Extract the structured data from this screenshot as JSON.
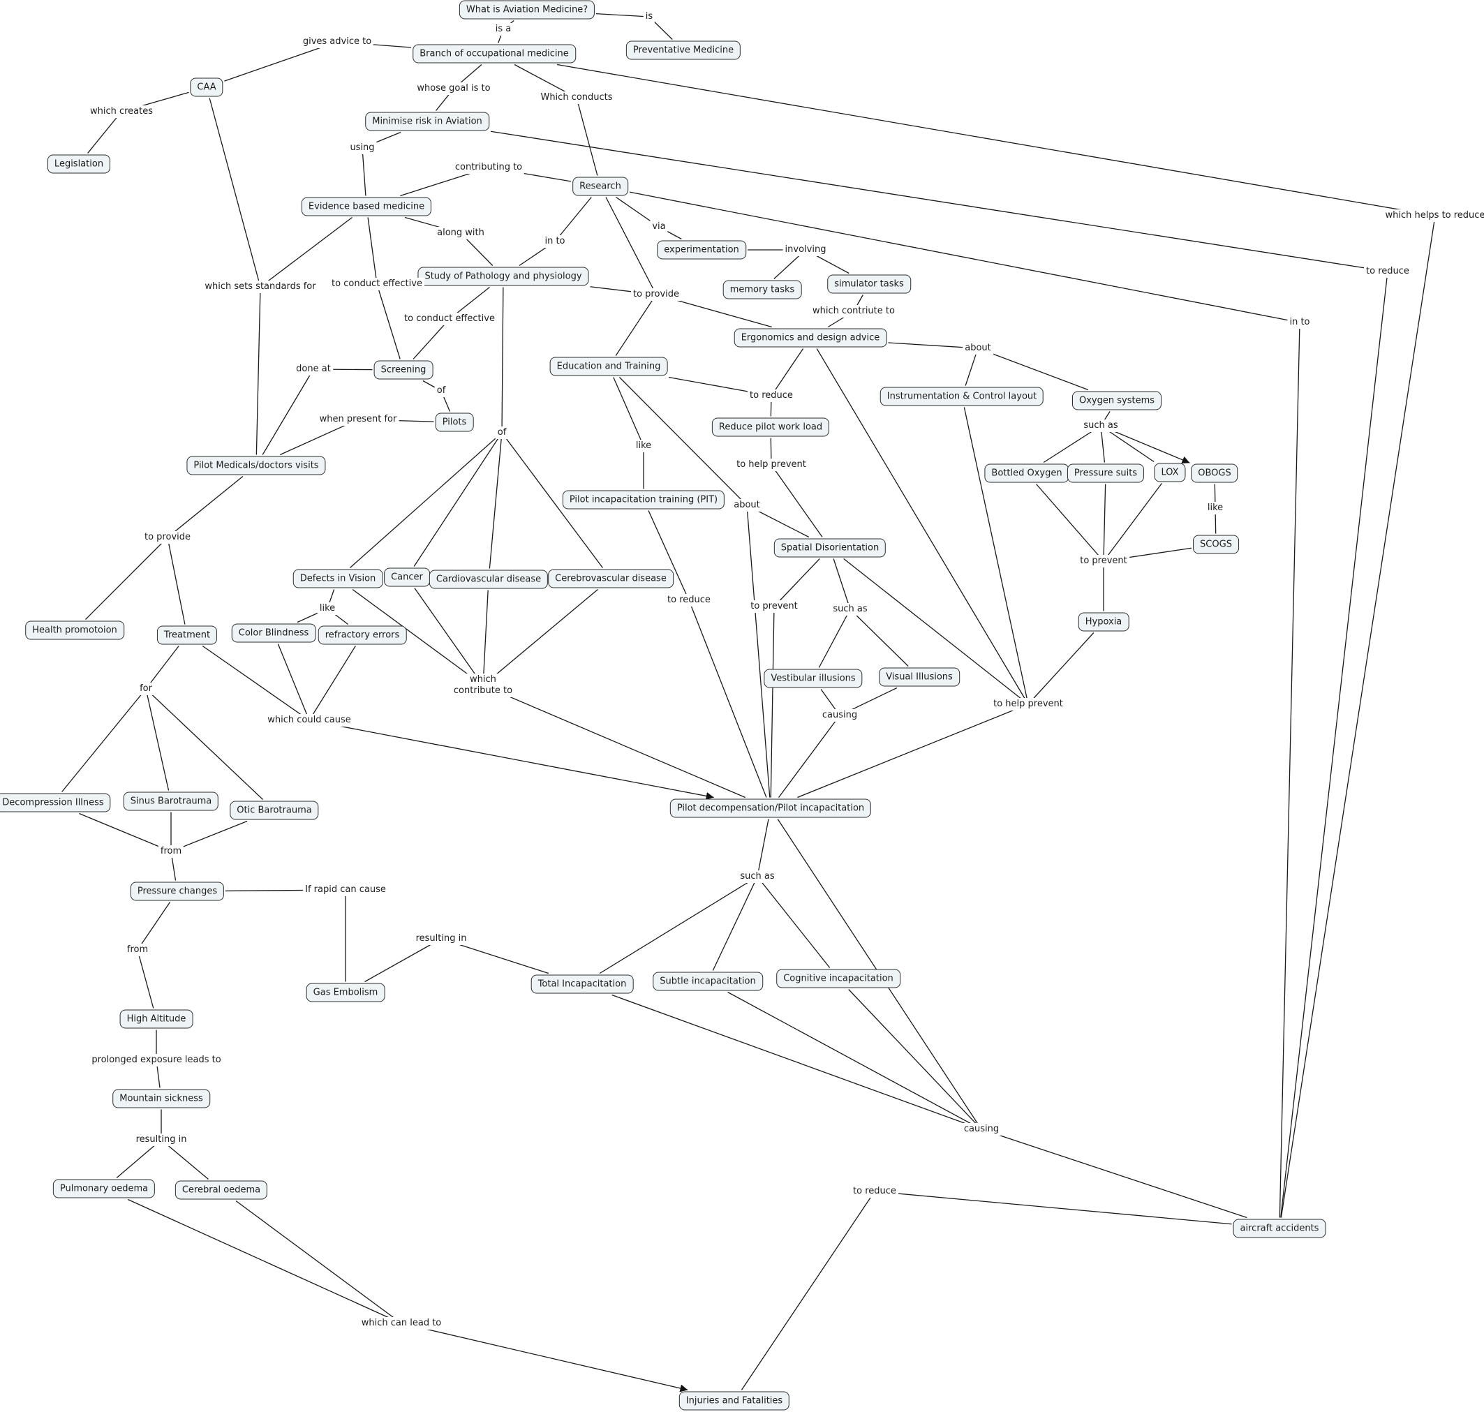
{
  "map_title": "What is Aviation Medicine?",
  "nodes": [
    {
      "id": "what",
      "text": "What is Aviation Medicine?"
    },
    {
      "id": "prev",
      "text": "Preventative Medicine"
    },
    {
      "id": "branch",
      "text": "Branch of occupational medicine"
    },
    {
      "id": "caa",
      "text": "CAA"
    },
    {
      "id": "legis",
      "text": "Legislation"
    },
    {
      "id": "minrisk",
      "text": "Minimise risk in Aviation"
    },
    {
      "id": "ebm",
      "text": "Evidence based medicine"
    },
    {
      "id": "research",
      "text": "Research"
    },
    {
      "id": "exper",
      "text": "experimentation"
    },
    {
      "id": "memory",
      "text": "memory tasks"
    },
    {
      "id": "sim",
      "text": "simulator tasks"
    },
    {
      "id": "study",
      "text": "Study of Pathology and physiology"
    },
    {
      "id": "ergo",
      "text": "Ergonomics and design advice"
    },
    {
      "id": "edu",
      "text": "Education and Training"
    },
    {
      "id": "screen",
      "text": "Screening"
    },
    {
      "id": "pilots",
      "text": "Pilots"
    },
    {
      "id": "instr",
      "text": "Instrumentation & Control layout"
    },
    {
      "id": "oxy",
      "text": "Oxygen systems"
    },
    {
      "id": "workload",
      "text": "Reduce pilot work load"
    },
    {
      "id": "medicals",
      "text": "Pilot Medicals/doctors visits"
    },
    {
      "id": "bottled",
      "text": "Bottled Oxygen"
    },
    {
      "id": "psuits",
      "text": "Pressure suits"
    },
    {
      "id": "lox",
      "text": "LOX"
    },
    {
      "id": "obogs",
      "text": "OBOGS"
    },
    {
      "id": "pit",
      "text": "Pilot incapacitation training (PIT)"
    },
    {
      "id": "scogs",
      "text": "SCOGS"
    },
    {
      "id": "spatial",
      "text": "Spatial Disorientation"
    },
    {
      "id": "vision",
      "text": "Defects in Vision"
    },
    {
      "id": "cancer",
      "text": "Cancer"
    },
    {
      "id": "cardio",
      "text": "Cardiovascular disease"
    },
    {
      "id": "cerebro",
      "text": "Cerebrovascular disease"
    },
    {
      "id": "hypoxia",
      "text": "Hypoxia"
    },
    {
      "id": "health",
      "text": "Health promotoion"
    },
    {
      "id": "treat",
      "text": "Treatment"
    },
    {
      "id": "color",
      "text": "Color Blindness"
    },
    {
      "id": "refr",
      "text": "refractory errors"
    },
    {
      "id": "vest",
      "text": "Vestibular illusions"
    },
    {
      "id": "visual",
      "text": "Visual Illusions"
    },
    {
      "id": "decomp",
      "text": "Decompression Illness"
    },
    {
      "id": "sinus",
      "text": "Sinus Barotrauma"
    },
    {
      "id": "otic",
      "text": "Otic Barotrauma"
    },
    {
      "id": "pilotdec",
      "text": "Pilot decompensation/Pilot incapacitation"
    },
    {
      "id": "pressure",
      "text": "Pressure changes"
    },
    {
      "id": "gas",
      "text": "Gas Embolism"
    },
    {
      "id": "total",
      "text": "Total Incapacitation"
    },
    {
      "id": "subtle",
      "text": "Subtle incapacitation"
    },
    {
      "id": "cognitive",
      "text": "Cognitive incapacitation"
    },
    {
      "id": "altitude",
      "text": "High Altitude"
    },
    {
      "id": "mountain",
      "text": "Mountain sickness"
    },
    {
      "id": "pulm",
      "text": "Pulmonary oedema"
    },
    {
      "id": "cerebral",
      "text": "Cerebral oedema"
    },
    {
      "id": "accidents",
      "text": "aircraft accidents"
    },
    {
      "id": "injuries",
      "text": "Injuries and Fatalities"
    }
  ],
  "linking_phrases": [
    {
      "id": "l_is",
      "text": "is",
      "from": [
        "what"
      ],
      "to": [
        "prev"
      ]
    },
    {
      "id": "l_isa",
      "text": "is a",
      "from": [
        "what"
      ],
      "to": [
        "branch"
      ]
    },
    {
      "id": "l_gives",
      "text": "gives advice to",
      "from": [
        "branch"
      ],
      "to": [
        "caa"
      ]
    },
    {
      "id": "l_creates",
      "text": "which creates",
      "from": [
        "caa"
      ],
      "to": [
        "legis"
      ]
    },
    {
      "id": "l_goal",
      "text": "whose goal is to",
      "from": [
        "branch"
      ],
      "to": [
        "minrisk"
      ]
    },
    {
      "id": "l_conducts",
      "text": "Which conducts",
      "from": [
        "branch"
      ],
      "to": [
        "research"
      ]
    },
    {
      "id": "l_using",
      "text": "using",
      "from": [
        "minrisk"
      ],
      "to": [
        "ebm"
      ]
    },
    {
      "id": "l_contrib",
      "text": "contributing to",
      "from": [
        "research"
      ],
      "to": [
        "ebm"
      ]
    },
    {
      "id": "l_along",
      "text": "along with",
      "from": [
        "ebm"
      ],
      "to": [
        "study"
      ]
    },
    {
      "id": "l_into1",
      "text": "in to",
      "from": [
        "research"
      ],
      "to": [
        "study"
      ]
    },
    {
      "id": "l_via",
      "text": "via",
      "from": [
        "research"
      ],
      "to": [
        "exper"
      ]
    },
    {
      "id": "l_involving",
      "text": "involving",
      "from": [
        "exper"
      ],
      "to": [
        "memory",
        "sim"
      ]
    },
    {
      "id": "l_standards",
      "text": "which sets standards for",
      "from": [
        "caa",
        "ebm"
      ],
      "to": [
        "medicals"
      ]
    },
    {
      "id": "l_conduct1",
      "text": "to conduct effective",
      "from": [
        "ebm"
      ],
      "to": [
        "screen"
      ]
    },
    {
      "id": "l_provide1",
      "text": "to provide",
      "from": [
        "research",
        "study"
      ],
      "to": [
        "edu",
        "ergo"
      ]
    },
    {
      "id": "l_conduct2",
      "text": "to conduct effective",
      "from": [
        "study"
      ],
      "to": [
        "screen"
      ]
    },
    {
      "id": "l_contriute",
      "text": "which contriute to",
      "from": [
        "sim"
      ],
      "to": [
        "ergo"
      ]
    },
    {
      "id": "l_doneat",
      "text": "done at",
      "from": [
        "screen"
      ],
      "to": [
        "medicals"
      ]
    },
    {
      "id": "l_of1",
      "text": "of",
      "from": [
        "screen"
      ],
      "to": [
        "pilots"
      ]
    },
    {
      "id": "l_about1",
      "text": "about",
      "from": [
        "ergo"
      ],
      "to": [
        "instr",
        "oxy"
      ]
    },
    {
      "id": "l_reduce1",
      "text": "to reduce",
      "from": [
        "edu",
        "ergo"
      ],
      "to": [
        "workload"
      ]
    },
    {
      "id": "l_present",
      "text": "when present for",
      "from": [
        "pilots"
      ],
      "to": [
        "medicals"
      ]
    },
    {
      "id": "l_of2",
      "text": "of",
      "from": [
        "study"
      ],
      "to": [
        "vision",
        "cancer",
        "cardio",
        "cerebro"
      ]
    },
    {
      "id": "l_like1",
      "text": "like",
      "from": [
        "edu"
      ],
      "to": [
        "pit"
      ]
    },
    {
      "id": "l_suchas1",
      "text": "such as",
      "from": [
        "oxy"
      ],
      "to": [
        "bottled",
        "psuits",
        "lox",
        "obogs"
      ]
    },
    {
      "id": "l_helpprev1",
      "text": "to help prevent",
      "from": [
        "workload"
      ],
      "to": [
        "spatial"
      ]
    },
    {
      "id": "l_about2",
      "text": "about",
      "from": [
        "edu"
      ],
      "to": [
        "spatial",
        "pilotdec"
      ]
    },
    {
      "id": "l_like2",
      "text": "like",
      "from": [
        "obogs"
      ],
      "to": [
        "scogs"
      ]
    },
    {
      "id": "l_provide2",
      "text": "to provide",
      "from": [
        "medicals"
      ],
      "to": [
        "health",
        "treat"
      ]
    },
    {
      "id": "l_prevent1",
      "text": "to prevent",
      "from": [
        "bottled",
        "psuits",
        "lox",
        "scogs"
      ],
      "to": [
        "hypoxia"
      ]
    },
    {
      "id": "l_reduce2",
      "text": "to reduce",
      "from": [
        "pit"
      ],
      "to": [
        "pilotdec"
      ]
    },
    {
      "id": "l_prevent2",
      "text": "to prevent",
      "from": [
        "spatial"
      ],
      "to": [
        "pilotdec"
      ]
    },
    {
      "id": "l_suchas2",
      "text": "such as",
      "from": [
        "spatial"
      ],
      "to": [
        "vest",
        "visual"
      ]
    },
    {
      "id": "l_like3",
      "text": "like",
      "from": [
        "vision"
      ],
      "to": [
        "color",
        "refr"
      ]
    },
    {
      "id": "l_contribute",
      "text": "which\ncontribute to",
      "from": [
        "vision",
        "cancer",
        "cardio",
        "cerebro"
      ],
      "to": [
        "pilotdec"
      ]
    },
    {
      "id": "l_for",
      "text": "for",
      "from": [
        "treat"
      ],
      "to": [
        "decomp",
        "sinus",
        "otic"
      ]
    },
    {
      "id": "l_causing1",
      "text": "causing",
      "from": [
        "vest",
        "visual"
      ],
      "to": [
        "pilotdec"
      ]
    },
    {
      "id": "l_helpprev2",
      "text": "to help prevent",
      "from": [
        "ergo",
        "instr",
        "spatial",
        "hypoxia"
      ],
      "to": [
        "pilotdec"
      ]
    },
    {
      "id": "l_couldcause",
      "text": "which could cause",
      "from": [
        "treat",
        "color",
        "refr"
      ],
      "to": [
        "pilotdec"
      ]
    },
    {
      "id": "l_from1",
      "text": "from",
      "from": [
        "decomp",
        "sinus",
        "otic"
      ],
      "to": [
        "pressure"
      ]
    },
    {
      "id": "l_suchas3",
      "text": "such as",
      "from": [
        "pilotdec"
      ],
      "to": [
        "total",
        "subtle",
        "cognitive"
      ]
    },
    {
      "id": "l_rapid",
      "text": "If rapid can cause",
      "from": [
        "pressure"
      ],
      "to": [
        "gas"
      ]
    },
    {
      "id": "l_resulting1",
      "text": "resulting in",
      "from": [
        "gas"
      ],
      "to": [
        "total"
      ]
    },
    {
      "id": "l_from2",
      "text": "from",
      "from": [
        "pressure"
      ],
      "to": [
        "altitude"
      ]
    },
    {
      "id": "l_causing2",
      "text": "causing",
      "from": [
        "total",
        "subtle",
        "cognitive",
        "pilotdec"
      ],
      "to": [
        "accidents"
      ]
    },
    {
      "id": "l_prolonged",
      "text": "prolonged exposure leads to",
      "from": [
        "altitude"
      ],
      "to": [
        "mountain"
      ]
    },
    {
      "id": "l_resulting2",
      "text": "resulting in",
      "from": [
        "mountain"
      ],
      "to": [
        "pulm",
        "cerebral"
      ]
    },
    {
      "id": "l_reduce3",
      "text": "to reduce",
      "from": [
        "injuries"
      ],
      "to": [
        "accidents"
      ]
    },
    {
      "id": "l_canlead",
      "text": "which can lead to",
      "from": [
        "pulm",
        "cerebral"
      ],
      "to": [
        "injuries"
      ]
    },
    {
      "id": "l_helps",
      "text": "which helps to reduce",
      "from": [
        "branch"
      ],
      "to": [
        "accidents"
      ]
    },
    {
      "id": "l_reduce4",
      "text": "to reduce",
      "from": [
        "minrisk"
      ],
      "to": [
        "accidents"
      ]
    },
    {
      "id": "l_into2",
      "text": "in to",
      "from": [
        "research"
      ],
      "to": [
        "accidents"
      ]
    }
  ],
  "arrowheads": [
    "obogs",
    "pilotdec",
    "injuries"
  ]
}
